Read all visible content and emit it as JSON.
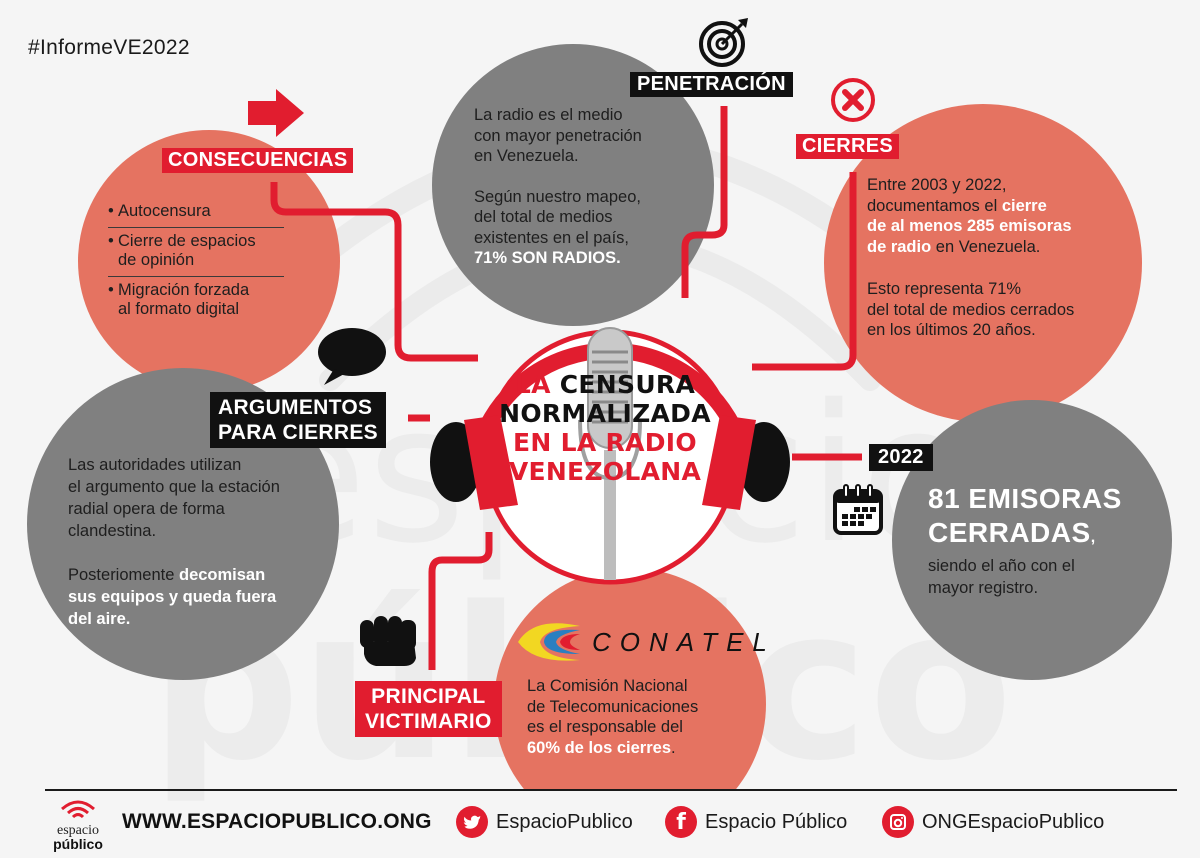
{
  "hashtag": "#InformeVE2022",
  "colors": {
    "background": "#f5f5f5",
    "accent_red": "#e11d2f",
    "salmon": "#e57361",
    "gray": "#808080",
    "black": "#111111"
  },
  "watermark": {
    "line1": "espacio",
    "line2": "público"
  },
  "center": {
    "title_line1_red": "LA",
    "title_line1_black": "CENSURA",
    "title_line2": "NORMALIZADA",
    "title_line3": "EN LA RADIO",
    "title_line4": "VENEZOLANA",
    "icon": "headphones-microphone-icon"
  },
  "consecuencias": {
    "label": "CONSECUENCIAS",
    "icon": "arrow-right-icon",
    "items": [
      {
        "line1": "Autocensura",
        "line2": ""
      },
      {
        "line1": "Cierre de espacios",
        "line2": "de opinión"
      },
      {
        "line1": "Migración forzada",
        "line2": "al formato digital"
      }
    ]
  },
  "penetracion": {
    "label": "PENETRACIÓN",
    "icon": "target-icon",
    "p1_lines": [
      "La radio es el medio",
      "con mayor penetración",
      "en Venezuela."
    ],
    "p2_lines": [
      "Según nuestro mapeo,",
      "del total de medios",
      "existentes en el país,"
    ],
    "p2_bold": "71% SON RADIOS."
  },
  "cierres": {
    "label": "CIERRES",
    "icon": "close-circle-icon",
    "p1_line1": "Entre 2003 y 2022,",
    "p1_line2_normal": "documentamos el ",
    "p1_line2_bold": "cierre",
    "p1_line3_bold": "de al menos 285 emisoras",
    "p1_line4_bold": "de radio",
    "p1_line4_normal": " en Venezuela.",
    "p2_lines": [
      "Esto representa 71%",
      "del total de medios cerrados",
      "en los últimos 20 años."
    ]
  },
  "argumentos": {
    "label_line1": "ARGUMENTOS",
    "label_line2": "PARA CIERRES",
    "icon": "speech-bubble-icon",
    "p1_lines": [
      "Las autoridades utilizan",
      "el argumento que la estación",
      "radial opera de forma",
      "clandestina."
    ],
    "p2_normal": "Posteriomente ",
    "p2_bold1": "decomisan",
    "p2_bold2": "sus equipos y queda fuera",
    "p2_bold3": "del aire."
  },
  "year2022": {
    "label": "2022",
    "icon": "calendar-icon",
    "headline_line1": "81 EMISORAS",
    "headline_line2": "CERRADAS",
    "headline_comma": ",",
    "sub_lines": [
      "siendo el año con el",
      "mayor registro."
    ]
  },
  "victimario": {
    "label_line1": "PRINCIPAL",
    "label_line2": "VICTIMARIO",
    "icon": "fist-icon",
    "logo_text": "CONATEL",
    "p_lines": [
      "La Comisión Nacional",
      "de Telecomunicaciones",
      "es el responsable del"
    ],
    "p_bold": "60% de los cierres",
    "p_end": "."
  },
  "footer": {
    "logo_line1": "espacio",
    "logo_line2": "público",
    "url": "WWW.ESPACIOPUBLICO.ONG",
    "social": [
      {
        "icon": "twitter-icon",
        "glyph": "🐦",
        "handle": "EspacioPublico"
      },
      {
        "icon": "facebook-icon",
        "glyph": "f",
        "handle": "Espacio Público"
      },
      {
        "icon": "instagram-icon",
        "glyph": "◎",
        "handle": "ONGEspacioPublico"
      }
    ]
  }
}
